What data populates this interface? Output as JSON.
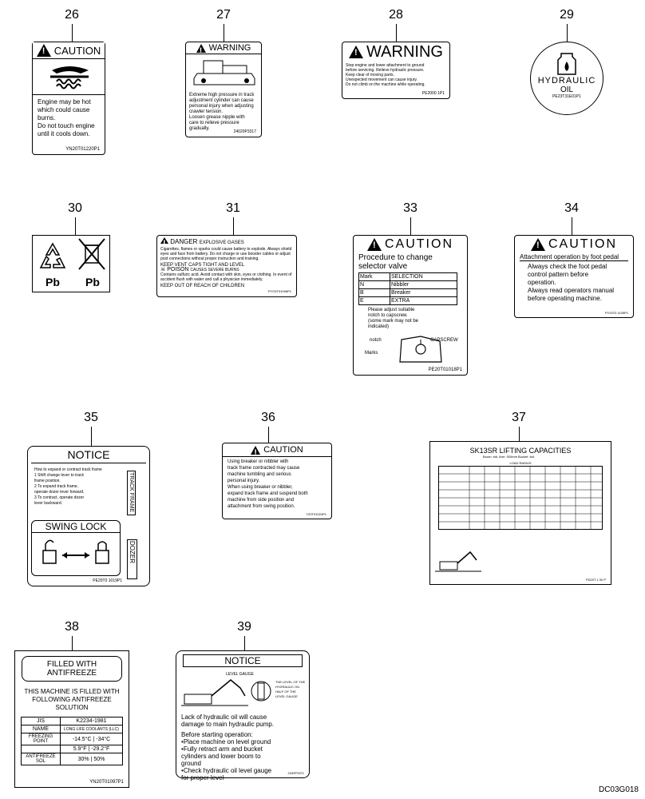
{
  "drawing_code": "DC03G018",
  "items": [
    {
      "number": "26",
      "header": "CAUTION",
      "text": "Engine may be hot\nwhich could cause\nburns.\nDo not touch engine\nuntil it cools down.",
      "code": "YN20T01220P1"
    },
    {
      "number": "27",
      "header": "WARNING",
      "text": "Extreme high pressure in track\nadjustment cylinder can cause\npersonal injury when adjusting\ncrawler tension.\nLoosen grease nipple with\ncare to relieve pressure gradually.",
      "code": "24020P3317"
    },
    {
      "number": "28",
      "header": "WARNING",
      "text": "Stop engine and lower attachment to ground\nbefore servicing. Relieve hydraulic pressure.\nKeep clear of moving parts.\nUnexpected movement can cause injury.\nDo not climb on the machine while operating.",
      "code": "PE2000 1P1"
    },
    {
      "number": "29",
      "header": "HYDRAULIC",
      "subtext": "OIL",
      "code": "PE23T31E01P1"
    },
    {
      "number": "30",
      "labels": [
        "Pb",
        "Pb"
      ]
    },
    {
      "number": "31",
      "header": "DANGER",
      "header_sub": "EXPLOSIVE GASES",
      "text1": "Cigarettes, flames or sparks could cause battery to explode. Always shield eyes and face from battery. Do not charge or use booster cables or adjust post connections without proper instruction and training.",
      "line2a": "KEEP VENT CAPS TIGHT AND LEVEL",
      "line2b": "POISON",
      "line2b_sub": "CAUSES SEVERE BURNS",
      "text2": "Contains sulfuric acid. Avoid contact with skin, eyes or clothing. In event of accident flush with water and call a physician immediately.",
      "footer": "KEEP OUT OF REACH OF CHILDREN",
      "code": "PYO3T01096P1"
    },
    {
      "number": "33",
      "header": "CAUTION",
      "title": "Procedure to change\nselector valve",
      "table_head": [
        "Mark",
        "SELECTION"
      ],
      "rows": [
        [
          "N",
          "Nibbler"
        ],
        [
          "B",
          "Breaker"
        ],
        [
          "E",
          "EXTRA"
        ]
      ],
      "note": "Please adjust suitable\nnotch to capscrew.\n(some mark may not be\nindicated)",
      "lbl_notch": "notch",
      "lbl_marks": "Marks",
      "lbl_capscrew": "CAPSCREW",
      "code": "PE20T01018P1"
    },
    {
      "number": "34",
      "header": "CAUTION",
      "title": "Attachment operation by foot pedal",
      "text": "Always check the foot pedal\ncontrol pattern before\noperation.\nAlways read operators manual\nbefore operating machine.",
      "code": "PY20T0 1105P1"
    },
    {
      "number": "35",
      "header": "NOTICE",
      "text": "How to expand or contract track frame\n1 Shift change lever to track\n  frame position.\n2 To expand track frame,\n  operate dozer lever forward.\n3 To contract, operate dozer\n  lever backward.",
      "vert1": "TRACK FRAME",
      "vert2": "DOZER",
      "lock_title": "SWING LOCK",
      "code": "PE20T0 1019P1"
    },
    {
      "number": "36",
      "header": "CAUTION",
      "text": "Using breaker or nibbler with\ntrack frame contracted may cause\nmachine tumbling and serious\npersonal injury.\nWhen using breaker or nibbler,\nexpand track frame and suspend both\nmachine from side position and\nattachment from swing position.",
      "code": "Y20T01024P1"
    },
    {
      "number": "37",
      "title": "SK13SR  LIFTING  CAPACITIES",
      "subtitle": "Boom: std.  Arm: 920mm  Bucket: std.",
      "head": "LOAD RADIUS",
      "code": "PD20T 1 00 P"
    },
    {
      "number": "38",
      "header": "FILLED WITH ANTIFREEZE",
      "text": "THIS MACHINE IS FILLED WITH\nFOLLOWING ANTIFREEZE SOLUTION",
      "rows": [
        [
          "JIS",
          "K2234-1981"
        ],
        [
          "NAME",
          "LONG LIFE COOLANTS (LLC)"
        ],
        [
          "FREEZING POINT",
          "-14.5°C | -34°C"
        ],
        [
          "",
          "5.9°F | -29.2°F"
        ],
        [
          "ANTIFREEZE SOL",
          "30% | 50%"
        ]
      ],
      "code": "YN20T01097P1"
    },
    {
      "number": "39",
      "header": "NOTICE",
      "gauge": "LEVEL GAUGE",
      "side": "THE LEVEL OF THE\nHYDRAULIC OIL\nHALF OF THE\nLEVEL GAUGE",
      "text": "Lack of hydraulic oil will cause\ndamage to main hydraulic pump.",
      "steps_title": "Before starting operation:",
      "steps": [
        "Place machine on level ground",
        "Fully retract arm and bucket\ncylinders and lower boom to\nground",
        "Check hydraulic oil level gauge\nfor proper level"
      ],
      "code": "2432P3371"
    }
  ]
}
